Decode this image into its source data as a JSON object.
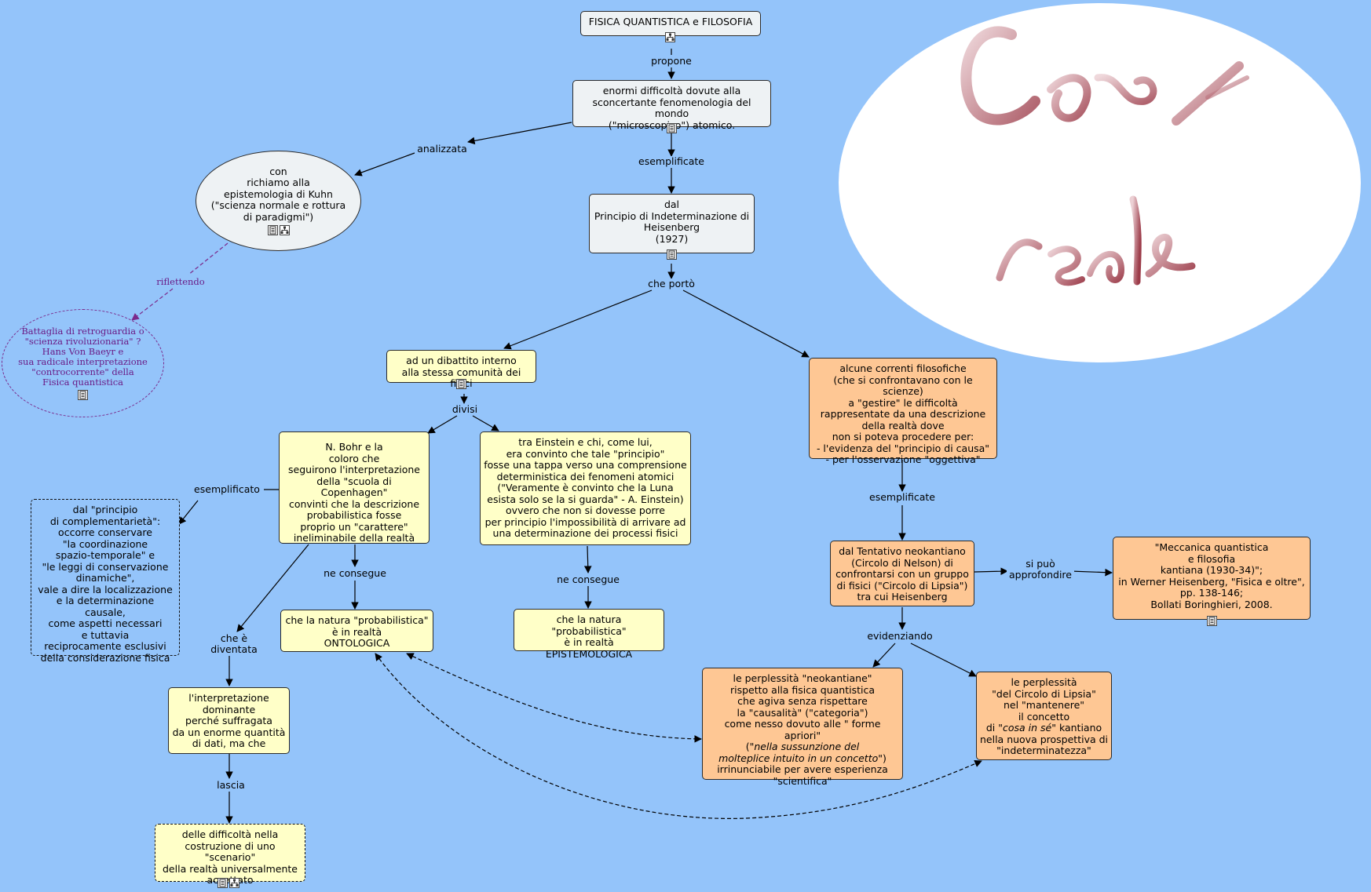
{
  "nodes": {
    "root": "FISICA QUANTISTICA e FILOSOFIA",
    "difficolta": "enormi difficoltà dovute alla\nsconcertante fenomenologia del mondo\n(\"microscopico\") atomico.",
    "kuhn": "con\nrichiamo alla\nepistemologia di Kuhn\n(\"scienza normale e rottura\ndi paradigmi\")",
    "baeyer": "Battaglia di retroguardia o\n\"scienza rivoluzionaria\" ?\nHans Von Baeyr e\nsua radicale interpretazione\n\"controcorrente\" della\nFisica quantistica",
    "heisenberg": "dal\nPrincipio di Indeterminazione di\nHeisenberg\n(1927)",
    "dibattito": "ad un dibattito interno\nalla stessa comunità dei fisici",
    "correnti": "alcune correnti filosofiche\n(che si confrontavano con le scienze)\na  \"gestire\" le difficoltà\nrappresentate da una descrizione\ndella realtà dove\nnon si poteva procedere per:\n- l'evidenza del \"principio di causa\"\n-  per l'osservazione \"oggettiva\"",
    "bohr": "N. Bohr e la\ncoloro che\nseguirono l'interpretazione\ndella \"scuola di Copenhagen\"\nconvinti che la descrizione\nprobabilistica fosse\nproprio un \"carattere\"\nineliminabile della realtà",
    "einstein": "tra Einstein e chi, come lui,\nera convinto che tale \"principio\"\nfosse una tappa verso una comprensione\ndeterministica dei fenomeni atomici\n(\"Veramente è convinto che la Luna\nesista solo se la si guarda\" - A. Einstein)\novvero che non si dovesse porre\nper principio l'impossibilità di arrivare ad\nuna determinazione dei processi fisici",
    "complementarieta": "dal \"principio\ndi complementarietà\":\noccorre conservare\n\"la coordinazione\nspazio-temporale\" e\n\"le leggi di conservazione\ndinamiche\",\nvale a dire la localizzazione\ne la determinazione causale,\ncome aspetti necessari\ne tuttavia\nreciprocamente esclusivi\ndella considerazione fisica",
    "ontologica": "che la natura \"probabilistica\"\nè in realtà\nONTOLOGICA",
    "epistemologica": "che la natura \"probabilistica\"\nè in realtà\nEPISTEMOLOGICA",
    "dominante": "l'interpretazione\ndominante\nperché suffragata\nda un enorme quantità\ndi dati, ma che",
    "scenario": "delle difficoltà nella\ncostruzione di uno \"scenario\"\ndella realtà universalmente\naccettato",
    "nelson": "dal Tentativo neokantiano\n(Circolo di Nelson) di\nconfrontarsi con un gruppo\ndi fisici (\"Circolo di Lipsia\")\ntra cui Heisenberg",
    "meccanica": "\"Meccanica quantistica\ne filosofia\nkantiana (1930-34)\";\nin Werner Heisenberg, \"Fisica e oltre\",\npp. 138-146;\nBollati Boringhieri, 2008.",
    "neokantiane_a": "le perplessità \"neokantiane\"\nrispetto alla fisica quantistica\nche agiva senza rispettare\nla \"causalità\" (\"categoria\")\ncome nesso dovuto alle \" forme apriori\"\n(\"",
    "neokantiane_i": "nella sussunzione del\nmolteplice intuito in un concetto",
    "neokantiane_b": "\")\nirrinunciabile per avere esperienza\n\"scientifica\"",
    "lipsia_a": "le perplessità\n\"del Circolo di Lipsia\"\nnel \"mantenere\"\nil concetto\ndi \"",
    "lipsia_i": "cosa in sé",
    "lipsia_b": "\" kantiano\nnella nuova prospettiva di\n\"indeterminatezza\""
  },
  "labels": {
    "propone": "propone",
    "analizzata": "analizzata",
    "esemplificate1": "esemplificate",
    "riflettendo": "riflettendo",
    "che_porto": "che portò",
    "divisi": "divisi",
    "esemplificato": "esemplificato",
    "ne_consegue1": "ne consegue",
    "ne_consegue2": "ne consegue",
    "che_e_diventata": "che è\ndiventata",
    "lascia": "lascia",
    "esemplificate2": "esemplificate",
    "si_puo": "si può\napprofondire",
    "evidenziando": "evidenziando"
  },
  "artwork": {
    "text": "Cos'è reale",
    "color": "#8b1a2a"
  },
  "colors": {
    "background": "#94c4fa",
    "gray_node": "#eef2f4",
    "yellow_node": "#ffffc8",
    "orange_node": "#fec794",
    "purple": "#7b2a8c"
  },
  "icons": {
    "root": [
      "concept-map-icon"
    ],
    "difficolta": [
      "document-icon"
    ],
    "kuhn": [
      "document-icon",
      "concept-map-icon"
    ],
    "baeyer": [
      "document-icon"
    ],
    "heisenberg": [
      "document-icon"
    ],
    "dibattito": [
      "document-icon"
    ],
    "meccanica": [
      "document-icon"
    ],
    "scenario": [
      "document-icon",
      "concept-map-icon"
    ]
  }
}
